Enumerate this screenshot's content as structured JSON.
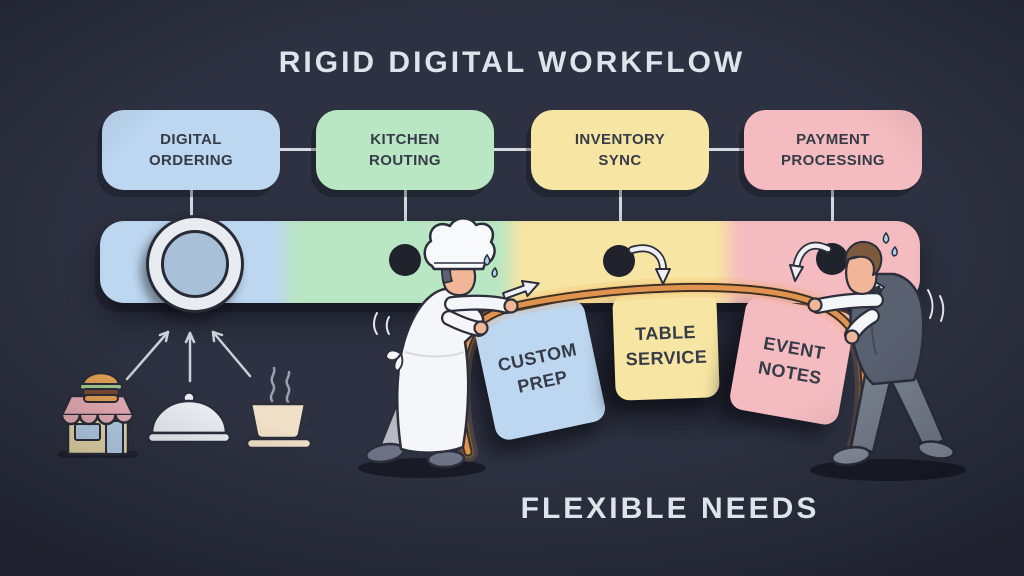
{
  "title": "RIGID DIGITAL WORKFLOW",
  "caption": "FLEXIBLE NEEDS",
  "rigid_steps": [
    {
      "id": "digital-ordering",
      "label": "DIGITAL\nORDERING",
      "color": "#bdd7f1"
    },
    {
      "id": "kitchen-routing",
      "label": "KITCHEN\nROUTING",
      "color": "#b9e6c3"
    },
    {
      "id": "inventory-sync",
      "label": "INVENTORY\nSYNC",
      "color": "#f7e6a3"
    },
    {
      "id": "payment-processing",
      "label": "PAYMENT\nPROCESSING",
      "color": "#f4bcc0"
    }
  ],
  "pipeline_segments": [
    {
      "color": "#bdd7f1"
    },
    {
      "color": "#b9e6c3"
    },
    {
      "color": "#f7e6a3"
    },
    {
      "color": "#f4bcc0"
    }
  ],
  "flexible_needs": [
    {
      "id": "custom-prep",
      "label": "CUSTOM\nPREP",
      "color": "#bdd7f1"
    },
    {
      "id": "table-service",
      "label": "TABLE\nSERVICE",
      "color": "#f7e6a3"
    },
    {
      "id": "event-notes",
      "label": "EVENT\nNOTES",
      "color": "#f4bcc0"
    }
  ],
  "illustration": {
    "figures": [
      "chef",
      "waiter"
    ],
    "order_source_icons": [
      "storefront-burger-icon",
      "cloche-icon",
      "coffee-cup-icon"
    ],
    "colors": {
      "background": "#2e3141",
      "rope": "#e0924f",
      "connector": "#d6d9df",
      "hole": "#20222c",
      "dial_ring": "#e8ebf0",
      "dial_inner": "#a8c1d8"
    }
  }
}
